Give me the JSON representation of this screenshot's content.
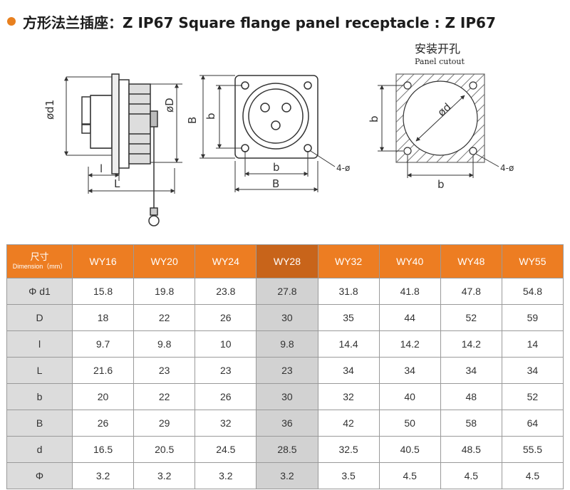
{
  "header": {
    "title": "方形法兰插座：Z  IP67  Square flange panel receptacle : Z  IP67",
    "accent": "#e8801f"
  },
  "drawing": {
    "cutout_title_cn": "安装开孔",
    "cutout_title_en": "Panel cutout",
    "labels": {
      "d1": "ød1",
      "D": "øD",
      "l": "l",
      "L": "L",
      "B": "B",
      "b": "b",
      "hole": "4-ø",
      "d": "ød"
    }
  },
  "table": {
    "header_cn": "尺寸",
    "header_en": "Dimension（mm）",
    "columns": [
      "WY16",
      "WY20",
      "WY24",
      "WY28",
      "WY32",
      "WY40",
      "WY48",
      "WY55"
    ],
    "highlight_column": "WY28",
    "header_color": "#ed7d22",
    "rows": [
      {
        "label": "Φ d1",
        "values": [
          "15.8",
          "19.8",
          "23.8",
          "27.8",
          "31.8",
          "41.8",
          "47.8",
          "54.8"
        ]
      },
      {
        "label": "D",
        "values": [
          "18",
          "22",
          "26",
          "30",
          "35",
          "44",
          "52",
          "59"
        ]
      },
      {
        "label": "l",
        "values": [
          "9.7",
          "9.8",
          "10",
          "9.8",
          "14.4",
          "14.2",
          "14.2",
          "14"
        ]
      },
      {
        "label": "L",
        "values": [
          "21.6",
          "23",
          "23",
          "23",
          "34",
          "34",
          "34",
          "34"
        ]
      },
      {
        "label": "b",
        "values": [
          "20",
          "22",
          "26",
          "30",
          "32",
          "40",
          "48",
          "52"
        ]
      },
      {
        "label": "B",
        "values": [
          "26",
          "29",
          "32",
          "36",
          "42",
          "50",
          "58",
          "64"
        ]
      },
      {
        "label": "d",
        "values": [
          "16.5",
          "20.5",
          "24.5",
          "28.5",
          "32.5",
          "40.5",
          "48.5",
          "55.5"
        ]
      },
      {
        "label": "Φ",
        "values": [
          "3.2",
          "3.2",
          "3.2",
          "3.2",
          "3.5",
          "4.5",
          "4.5",
          "4.5"
        ]
      }
    ]
  }
}
